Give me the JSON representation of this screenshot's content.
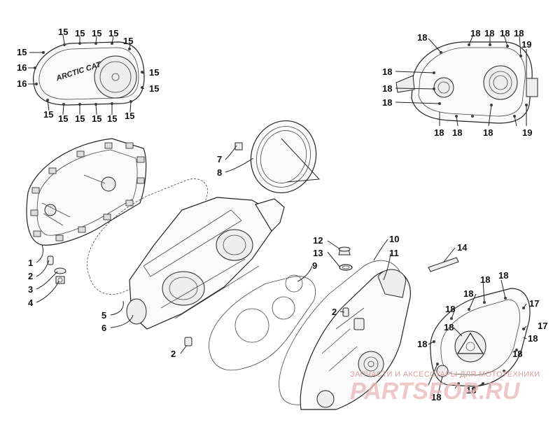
{
  "logo_text": "ARCTIC CAT",
  "watermark": {
    "line1": "ЗАПЧАСТИ И АКСЕССУАРЫ ДЛЯ МОТОТЕХНИКИ",
    "line2": "PARTSFOR.RU"
  },
  "callouts": [
    {
      "label": "15"
    },
    {
      "label": "15"
    },
    {
      "label": "15"
    },
    {
      "label": "15"
    },
    {
      "label": "15"
    },
    {
      "label": "15"
    },
    {
      "label": "16"
    },
    {
      "label": "16"
    },
    {
      "label": "15"
    },
    {
      "label": "15"
    },
    {
      "label": "15"
    },
    {
      "label": "15"
    },
    {
      "label": "15"
    },
    {
      "label": "15"
    },
    {
      "label": "15"
    },
    {
      "label": "15"
    },
    {
      "label": "18"
    },
    {
      "label": "18"
    },
    {
      "label": "18"
    },
    {
      "label": "18"
    },
    {
      "label": "19"
    },
    {
      "label": "18"
    },
    {
      "label": "18"
    },
    {
      "label": "18"
    },
    {
      "label": "18"
    },
    {
      "label": "18"
    },
    {
      "label": "18"
    },
    {
      "label": "18"
    },
    {
      "label": "19"
    },
    {
      "label": "7"
    },
    {
      "label": "8"
    },
    {
      "label": "1"
    },
    {
      "label": "2"
    },
    {
      "label": "3"
    },
    {
      "label": "4"
    },
    {
      "label": "5"
    },
    {
      "label": "6"
    },
    {
      "label": "2"
    },
    {
      "label": "9"
    },
    {
      "label": "12"
    },
    {
      "label": "13"
    },
    {
      "label": "10"
    },
    {
      "label": "11"
    },
    {
      "label": "2"
    },
    {
      "label": "14"
    },
    {
      "label": "18"
    },
    {
      "label": "18"
    },
    {
      "label": "18"
    },
    {
      "label": "18"
    },
    {
      "label": "17"
    },
    {
      "label": "17"
    },
    {
      "label": "18"
    },
    {
      "label": "18"
    },
    {
      "label": "18"
    },
    {
      "label": "18"
    },
    {
      "label": "18"
    },
    {
      "label": "18"
    }
  ]
}
